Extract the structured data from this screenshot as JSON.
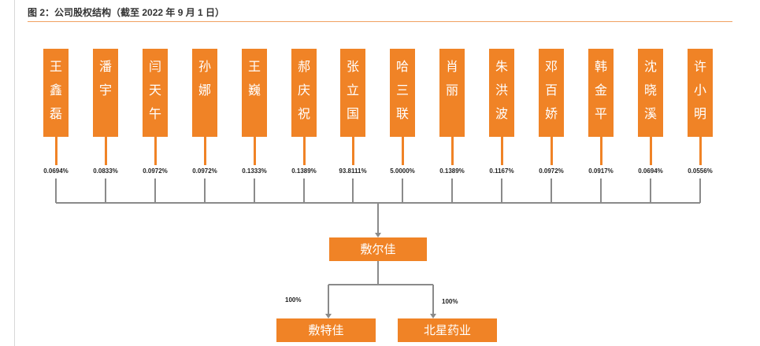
{
  "title": "图 2：公司股权结构（截至 2022 年 9 月 1 日）",
  "colors": {
    "accent": "#f08326",
    "line": "#8a8a8a",
    "rule": "#f0a060"
  },
  "shareholders": [
    {
      "name": "王鑫磊",
      "pct": "0.0694%"
    },
    {
      "name": "潘宇",
      "pct": "0.0833%"
    },
    {
      "name": "闫天午",
      "pct": "0.0972%"
    },
    {
      "name": "孙娜",
      "pct": "0.0972%"
    },
    {
      "name": "王巍",
      "pct": "0.1333%"
    },
    {
      "name": "郝庆祝",
      "pct": "0.1389%"
    },
    {
      "name": "张立国",
      "pct": "93.8111%"
    },
    {
      "name": "哈三联",
      "pct": "5.0000%"
    },
    {
      "name": "肖丽",
      "pct": "0.1389%"
    },
    {
      "name": "朱洪波",
      "pct": "0.1167%"
    },
    {
      "name": "邓百娇",
      "pct": "0.0972%"
    },
    {
      "name": "韩金平",
      "pct": "0.0917%"
    },
    {
      "name": "沈晓溪",
      "pct": "0.0694%"
    },
    {
      "name": "许小明",
      "pct": "0.0556%"
    }
  ],
  "company": {
    "name": "敷尔佳"
  },
  "subsidiaries": [
    {
      "name": "敷特佳",
      "pct": "100%"
    },
    {
      "name": "北星药业",
      "pct": "100%"
    }
  ]
}
